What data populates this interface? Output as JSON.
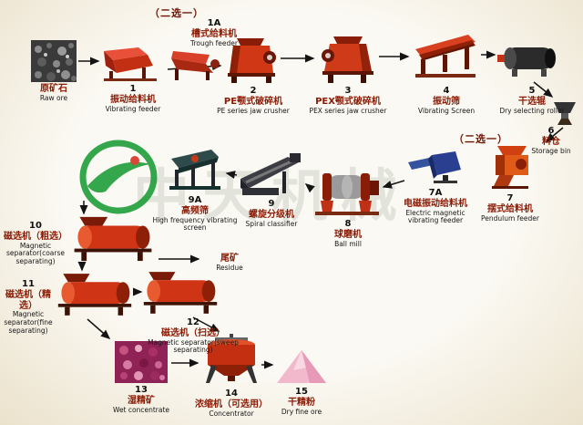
{
  "watermark": {
    "text": "中天机械"
  },
  "alt_note_top": "（二选一）",
  "alt_note_mid": "（二选一）",
  "colors": {
    "machine_red": "#c83415",
    "label_zh": "#8a1a04",
    "text": "#111111",
    "watermark_green": "#1f9e3a",
    "background": "#f2ecdd"
  },
  "nodes": {
    "raw_ore": {
      "num": "",
      "zh": "原矿石",
      "en": "Raw ore"
    },
    "trough_feeder": {
      "num": "1A",
      "zh": "槽式给料机",
      "en": "Trough feeder"
    },
    "vibrating_feeder": {
      "num": "1",
      "zh": "振动给料机",
      "en": "Vibrating feeder"
    },
    "pe_jaw_crusher": {
      "num": "2",
      "zh": "PE颚式破碎机",
      "en": "PE series jaw crusher"
    },
    "pex_jaw_crusher": {
      "num": "3",
      "zh": "PEX颚式破碎机",
      "en": "PEX series jaw crusher"
    },
    "vibrating_screen": {
      "num": "4",
      "zh": "振动筛",
      "en": "Vibrating Screen"
    },
    "dry_roller": {
      "num": "5",
      "zh": "干选辊",
      "en": "Dry selecting roller"
    },
    "storage_bin": {
      "num": "6",
      "zh": "料仓",
      "en": "Storage bin"
    },
    "high_freq_screen": {
      "num": "9A",
      "zh": "高频筛",
      "en": "High frequency vibrating screen"
    },
    "spiral_classifier": {
      "num": "9",
      "zh": "螺旋分级机",
      "en": "Spiral classifier"
    },
    "ball_mill": {
      "num": "8",
      "zh": "球磨机",
      "en": "Ball mill"
    },
    "em_feeder": {
      "num": "7A",
      "zh": "电磁振动给料机",
      "en": "Electric magnetic vibrating feeder"
    },
    "pendulum_feeder": {
      "num": "7",
      "zh": "摆式给料机",
      "en": "Pendulum feeder"
    },
    "mag_sep_coarse": {
      "num": "10",
      "zh": "磁选机（粗选）",
      "en": "Magnetic separator(coarse separating)"
    },
    "residue": {
      "zh": "尾矿",
      "en": "Residue"
    },
    "mag_sep_fine": {
      "num": "11",
      "zh": "磁选机（精选）",
      "en": "Magnetic separator(fine separating)"
    },
    "mag_sep_sweep": {
      "num": "12",
      "zh": "磁选机（扫选）",
      "en": "Magnetic separator(sweep separating)"
    },
    "wet_concentrate": {
      "num": "13",
      "zh": "湿精矿",
      "en": "Wet concentrate"
    },
    "concentrator": {
      "num": "14",
      "zh": "浓缩机（可选用）",
      "en": "Concentrator"
    },
    "dry_fine_ore": {
      "num": "15",
      "zh": "干精粉",
      "en": "Dry fine ore"
    }
  },
  "flow": {
    "edges": [
      [
        "raw_ore",
        "vibrating_feeder"
      ],
      [
        "vibrating_feeder",
        "pe_jaw_crusher"
      ],
      [
        "pe_jaw_crusher",
        "pex_jaw_crusher"
      ],
      [
        "pex_jaw_crusher",
        "vibrating_screen"
      ],
      [
        "vibrating_screen",
        "dry_roller"
      ],
      [
        "dry_roller",
        "storage_bin"
      ],
      [
        "storage_bin",
        "pendulum_feeder"
      ],
      [
        "em_feeder",
        "ball_mill"
      ],
      [
        "ball_mill",
        "spiral_classifier"
      ],
      [
        "spiral_classifier",
        "high_freq_screen"
      ],
      [
        "high_freq_screen",
        "mag_sep_coarse"
      ],
      [
        "mag_sep_coarse",
        "residue"
      ],
      [
        "mag_sep_coarse",
        "mag_sep_fine"
      ],
      [
        "mag_sep_fine",
        "mag_sep_sweep"
      ],
      [
        "mag_sep_fine",
        "wet_concentrate"
      ],
      [
        "mag_sep_sweep",
        "concentrator"
      ],
      [
        "wet_concentrate",
        "concentrator"
      ],
      [
        "concentrator",
        "dry_fine_ore"
      ]
    ],
    "alternatives": [
      [
        "trough_feeder",
        "vibrating_feeder"
      ],
      [
        "em_feeder",
        "pendulum_feeder"
      ]
    ]
  }
}
